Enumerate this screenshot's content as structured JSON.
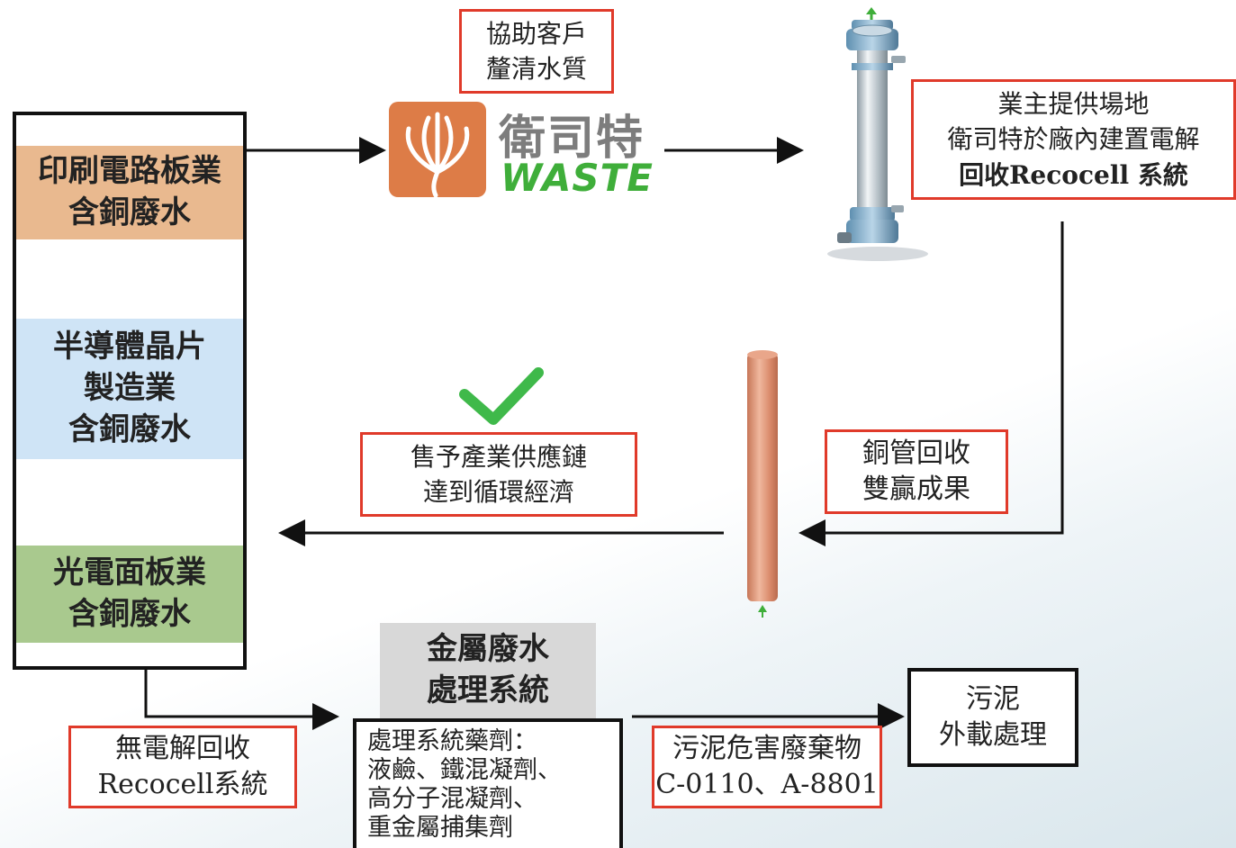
{
  "industries": [
    {
      "lines": [
        "印刷電路板業",
        "含銅廢水"
      ],
      "color": "#e9b98f"
    },
    {
      "lines": [
        "半導體晶片",
        "製造業",
        "含銅廢水"
      ],
      "color": "#cfe4f6"
    },
    {
      "lines": [
        "光電面板業",
        "含銅廢水"
      ],
      "color": "#a9c98e"
    }
  ],
  "logo": {
    "cn": "衛司特",
    "en": "WASTE"
  },
  "assist_box": {
    "lines": [
      "協助客戶",
      "釐清水質"
    ]
  },
  "owner_box": {
    "lines": [
      "業主提供場地",
      "衛司特於廠內建置電解",
      "回收Recocell 系統"
    ]
  },
  "copper_box": {
    "lines": [
      "銅管回收",
      "雙贏成果"
    ]
  },
  "sell_box": {
    "lines": [
      "售予產業供應鏈",
      "達到循環經濟"
    ]
  },
  "metal_system": {
    "lines": [
      "金屬廢水",
      "處理系統"
    ]
  },
  "no_recocell_box": {
    "lines": [
      "無電解回收",
      "Recocell系統"
    ]
  },
  "chemicals_box": {
    "lines": [
      "處理系統藥劑：",
      "液鹼、鐵混凝劑、",
      "高分子混凝劑、",
      "重金屬捕集劑"
    ]
  },
  "sludge_box": {
    "lines": [
      "污泥危害廢棄物",
      "C-0110、A-8801"
    ]
  },
  "sludge_out_box": {
    "lines": [
      "污泥",
      "外載處理"
    ]
  },
  "colors": {
    "accent_red": "#e03a2a",
    "check_green": "#3fb94a",
    "logo_orange": "#dd7c47",
    "logo_green": "#3fae3a"
  }
}
